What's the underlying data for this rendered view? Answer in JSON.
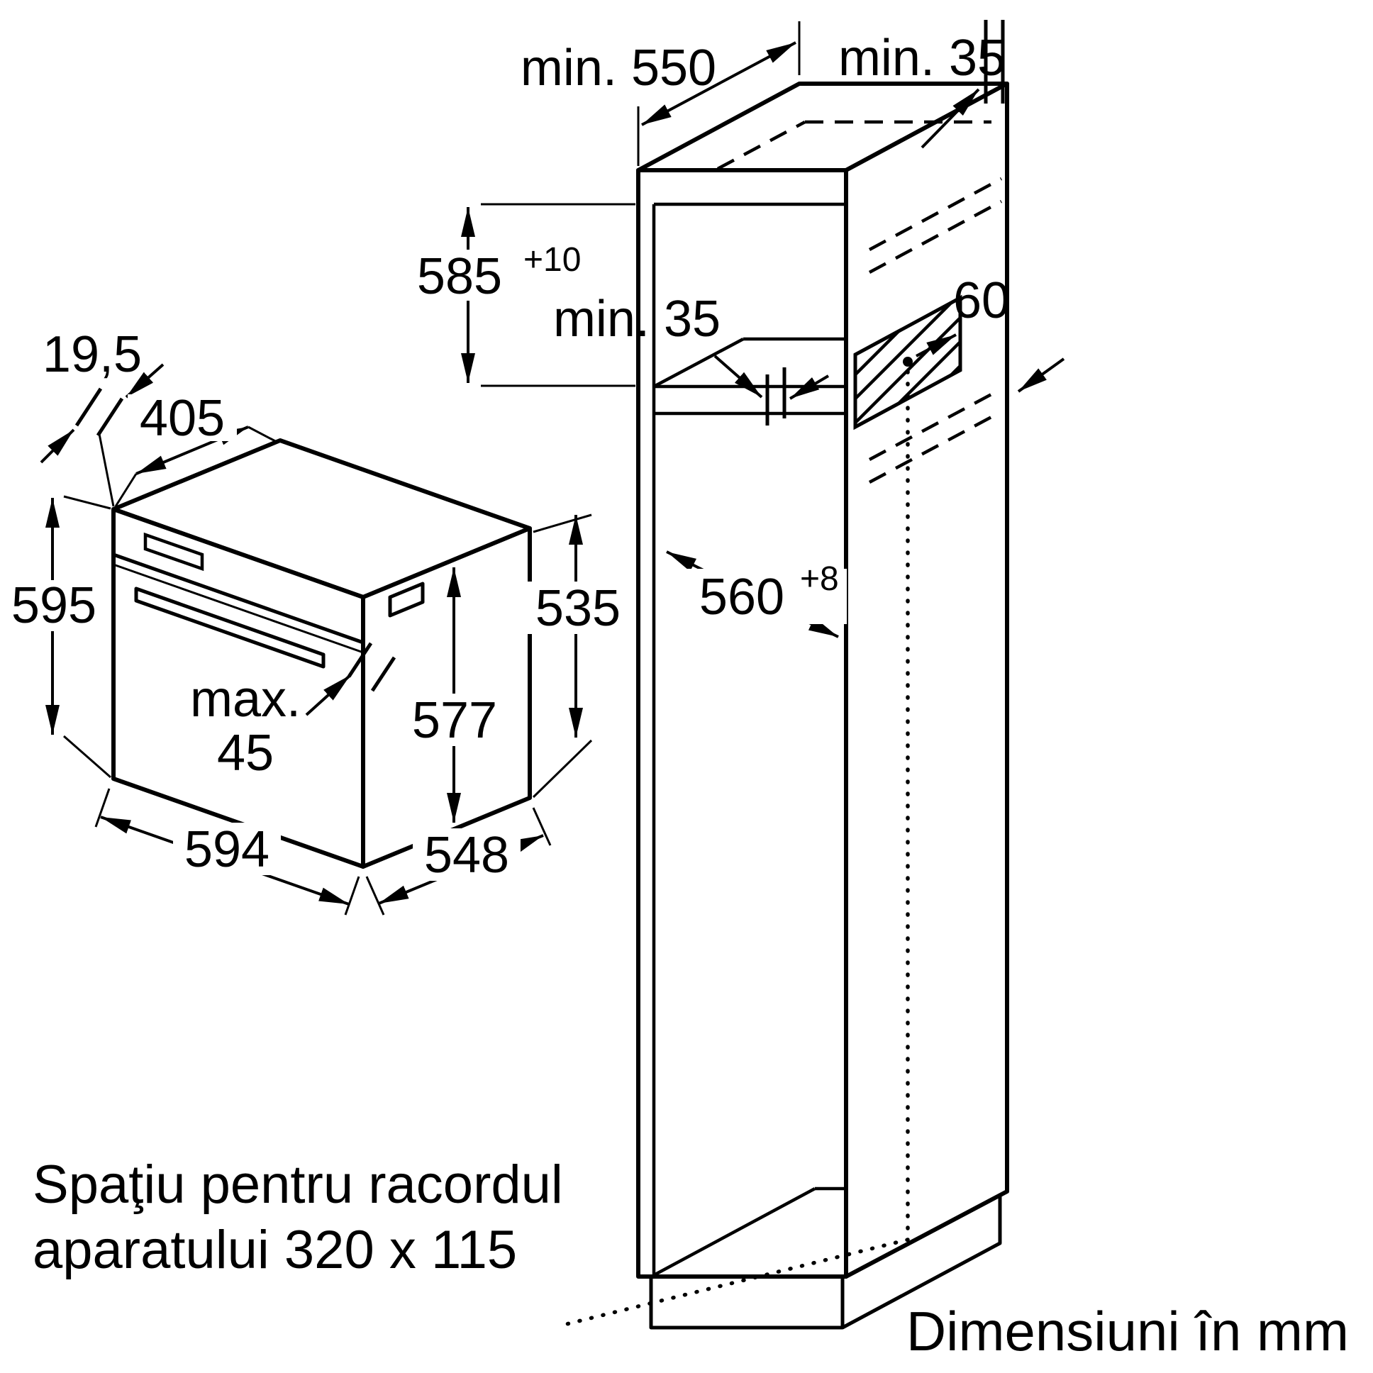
{
  "page": {
    "background": "#ffffff",
    "line_color": "#000000"
  },
  "cabinet": {
    "depth_min": "min. 550",
    "wall_gap_top": "min. 35",
    "niche_height": "585",
    "niche_height_tolerance": "+10",
    "shelf_gap": "min. 35",
    "spacer_depth": "60",
    "niche_depth": "560",
    "niche_depth_tolerance": "+8"
  },
  "oven": {
    "panel_offset": "19,5",
    "top_depth": "405",
    "height": "595",
    "handle_max_line1": "max.",
    "handle_max_line2": "45",
    "body_height": "577",
    "rear_height": "535",
    "width": "594",
    "body_depth": "548"
  },
  "notes": {
    "connection_space_line1": "Spaţiu pentru racordul",
    "connection_space_line2": "aparatului 320 x 115",
    "units": "Dimensiuni în mm"
  }
}
